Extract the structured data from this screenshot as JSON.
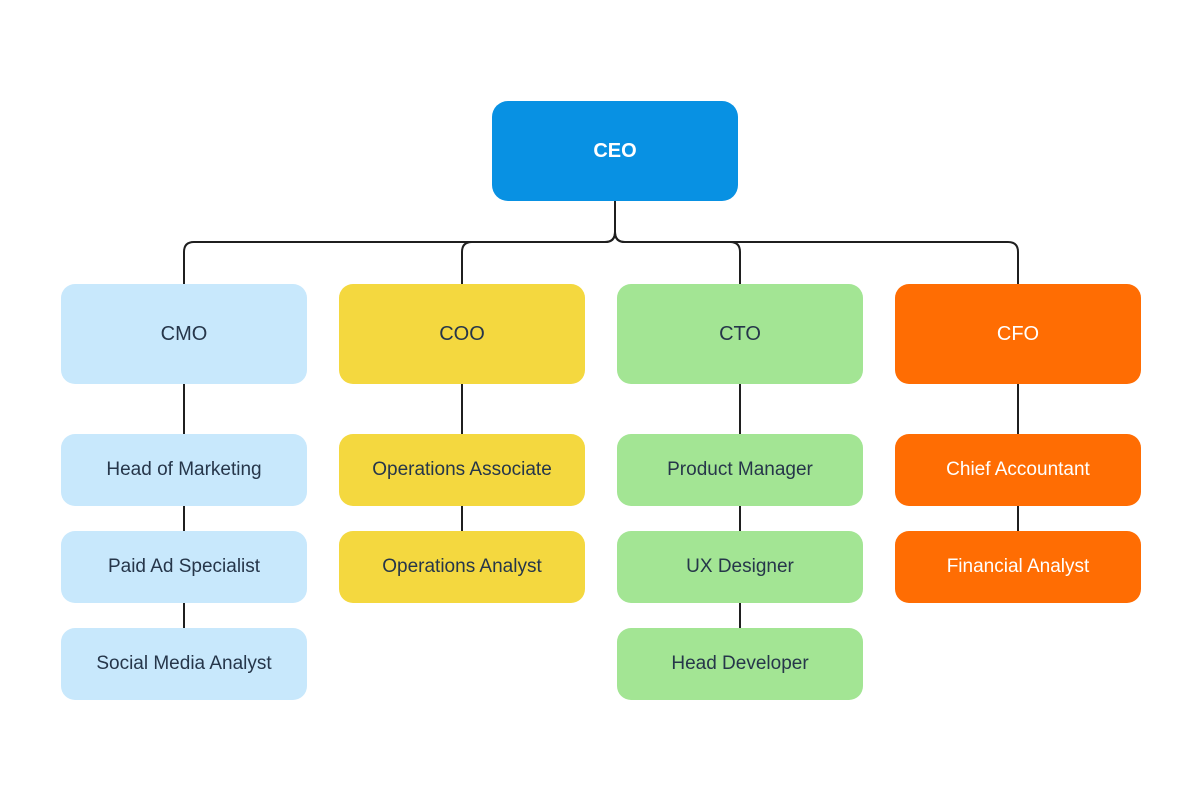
{
  "colors": {
    "ceo": "#0891e3",
    "marketing": "#c8e8fc",
    "operations": "#f4d83f",
    "technology": "#a3e594",
    "finance": "#ff6d03",
    "connector": "#1f1f1f"
  },
  "ceo": {
    "label": "CEO",
    "color": "ceo"
  },
  "departments": [
    {
      "id": "cmo",
      "label": "CMO",
      "color": "marketing",
      "text": "dark",
      "reports": [
        "Head of Marketing",
        "Paid Ad Specialist",
        "Social Media Analyst"
      ]
    },
    {
      "id": "coo",
      "label": "COO",
      "color": "operations",
      "text": "dark",
      "reports": [
        "Operations Associate",
        "Operations Analyst"
      ]
    },
    {
      "id": "cto",
      "label": "CTO",
      "color": "technology",
      "text": "dark",
      "reports": [
        "Product Manager",
        "UX Designer",
        "Head Developer"
      ]
    },
    {
      "id": "cfo",
      "label": "CFO",
      "color": "finance",
      "text": "light",
      "reports": [
        "Chief Accountant",
        "Financial Analyst"
      ]
    }
  ]
}
